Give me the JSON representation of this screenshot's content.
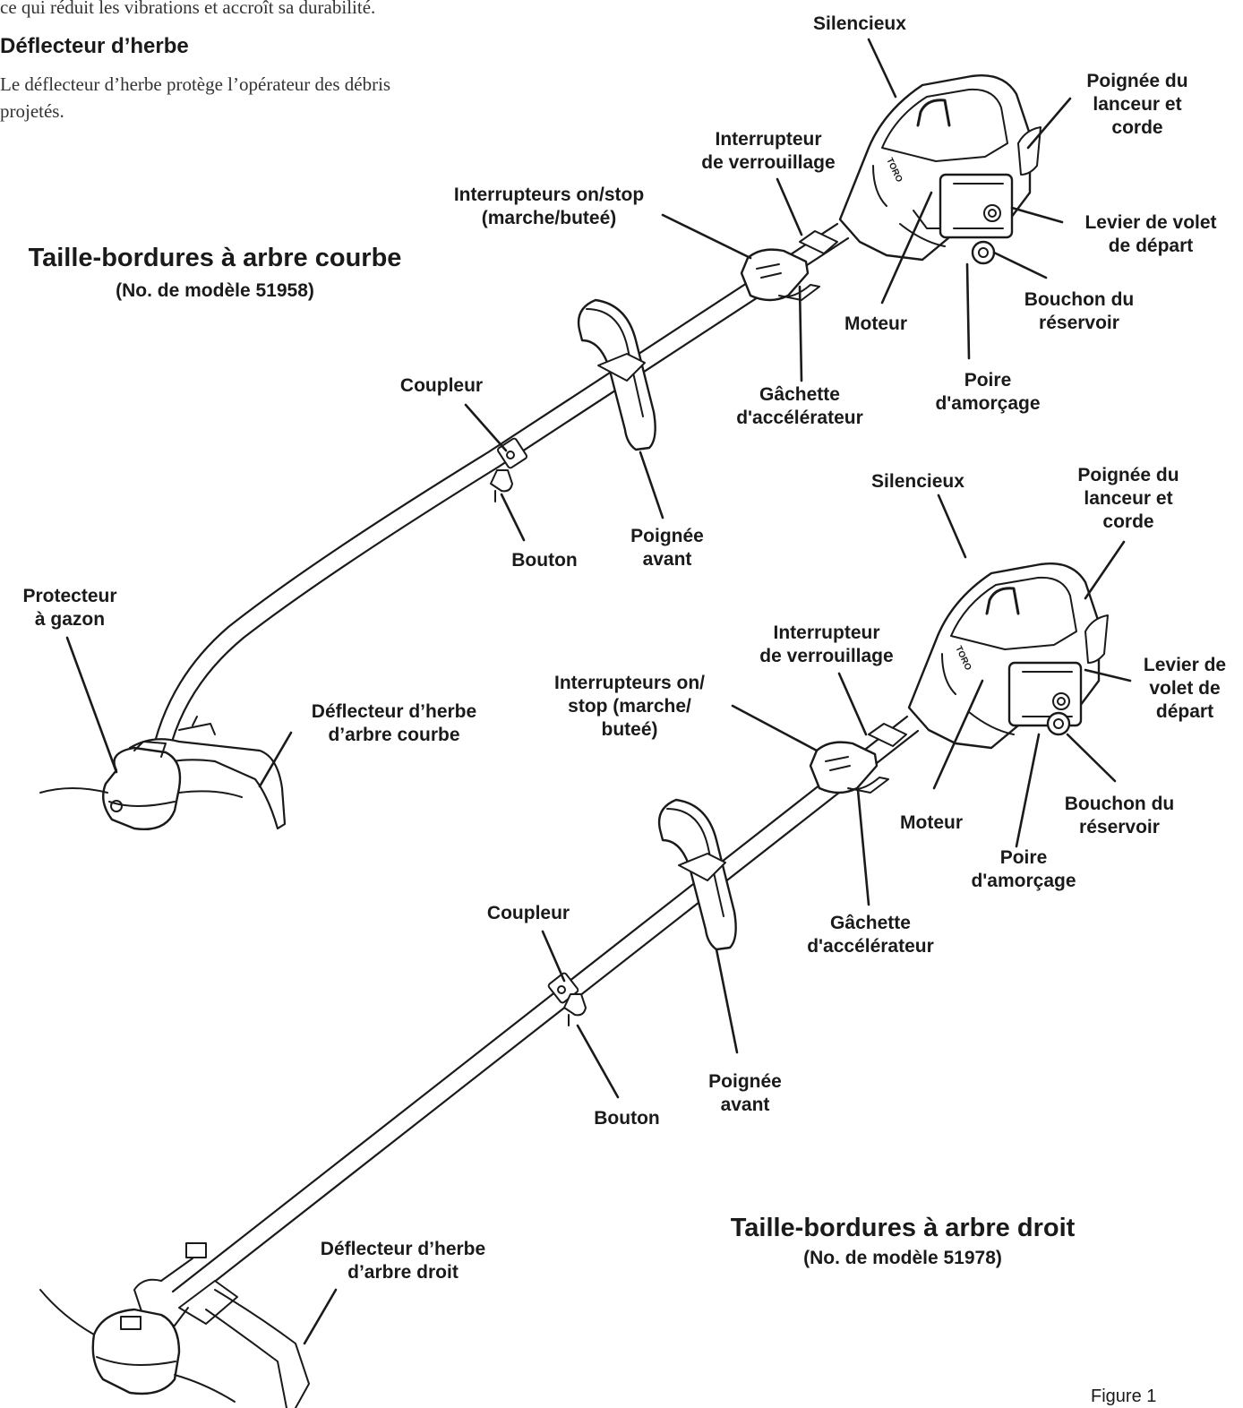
{
  "text": {
    "line1": "ce qui réduit les vibrations et accroît sa durabilité.",
    "heading": "Déflecteur d’herbe",
    "para1": "Le déflecteur d’herbe protège l’opérateur des débris",
    "para2": "projetés."
  },
  "curved": {
    "title": "Taille-bordures à arbre courbe",
    "model": "(No. de modèle 51958)",
    "labels": {
      "silencieux": "Silencieux",
      "poignee_lanceur": "Poignée du\nlanceur et\ncorde",
      "interrupteur_verrouillage": "Interrupteur\nde verrouillage",
      "interrupteurs_on_stop": "Interrupteurs on/stop\n(marche/buteé)",
      "levier_volet": "Levier de volet\nde départ",
      "bouchon": "Bouchon du\nréservoir",
      "moteur": "Moteur",
      "poire": "Poire\nd'amorçage",
      "gachette": "Gâchette\nd'accélérateur",
      "coupleur": "Coupleur",
      "bouton": "Bouton",
      "poignee_avant": "Poignée\navant",
      "protecteur": "Protecteur\nà gazon",
      "deflecteur": "Déflecteur d’herbe\nd’arbre courbe"
    }
  },
  "straight": {
    "title": "Taille-bordures à arbre droit",
    "model": "(No. de modèle 51978)",
    "labels": {
      "silencieux": "Silencieux",
      "poignee_lanceur": "Poignée du\nlanceur et\ncorde",
      "interrupteur_verrouillage": "Interrupteur\nde verrouillage",
      "interrupteurs_on_stop": "Interrupteurs on/\nstop (marche/\nbuteé)",
      "levier_volet": "Levier de\nvolet de\ndépart",
      "bouchon": "Bouchon du\nréservoir",
      "moteur": "Moteur",
      "poire": "Poire\nd'amorçage",
      "gachette": "Gâchette\nd'accélérateur",
      "coupleur": "Coupleur",
      "bouton": "Bouton",
      "poignee_avant": "Poignée\navant",
      "deflecteur": "Déflecteur d’herbe\nd’arbre droit"
    }
  },
  "figure_caption": "Figure 1",
  "logo_text": "TORO"
}
